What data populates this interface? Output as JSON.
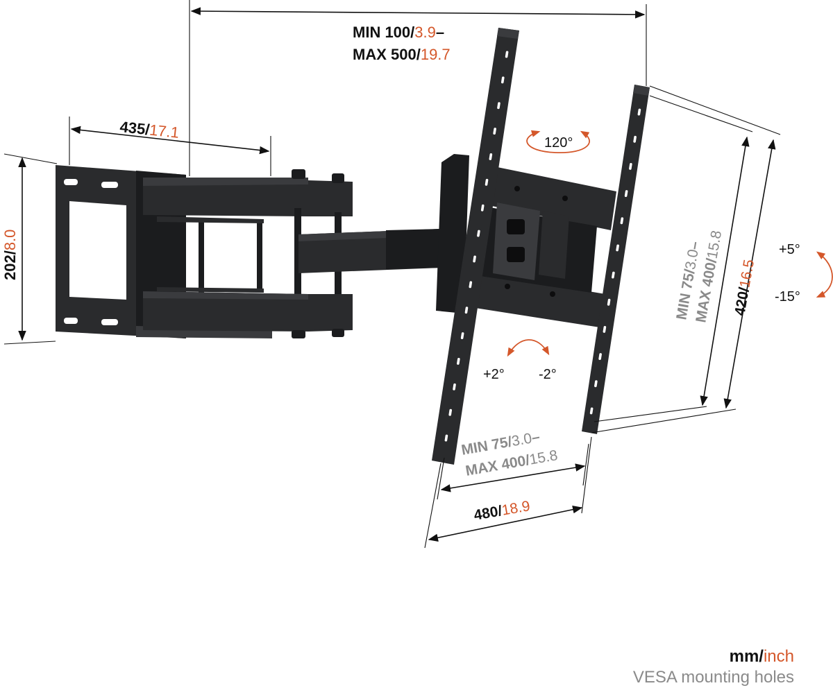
{
  "colors": {
    "primary_text": "#111111",
    "accent": "#d4572a",
    "muted": "#8a8a8a",
    "metal": "#2a2b2d"
  },
  "dimensions": {
    "width_arm": {
      "mm": "435/",
      "inch": "17.1"
    },
    "height_wallplate": {
      "mm": "202/",
      "inch": "8.0"
    },
    "horizontal_range": {
      "min_mm": "MIN 100/",
      "min_inch": "3.9",
      "dash": "–",
      "max_mm": "MAX 500/",
      "max_inch": "19.7"
    },
    "vesa_vertical": {
      "min_mm": "MIN 75/",
      "min_inch": "3.0",
      "dash": "–",
      "max_mm": "MAX 400/",
      "max_inch": "15.8"
    },
    "bracket_height": {
      "mm": "420/",
      "inch": "16.5"
    },
    "vesa_horizontal": {
      "min_mm": "MIN 75/",
      "min_inch": "3.0",
      "dash": "–",
      "max_mm": "MAX 400/",
      "max_inch": "15.8"
    },
    "bracket_width": {
      "mm": "480/",
      "inch": "18.9"
    }
  },
  "angles": {
    "swivel": "120°",
    "tilt_up": "+5°",
    "tilt_down": "-15°",
    "level_plus": "+2°",
    "level_minus": "-2°"
  },
  "legend": {
    "unit_mm": "mm/",
    "unit_inch": "inch",
    "caption": "VESA mounting holes"
  }
}
